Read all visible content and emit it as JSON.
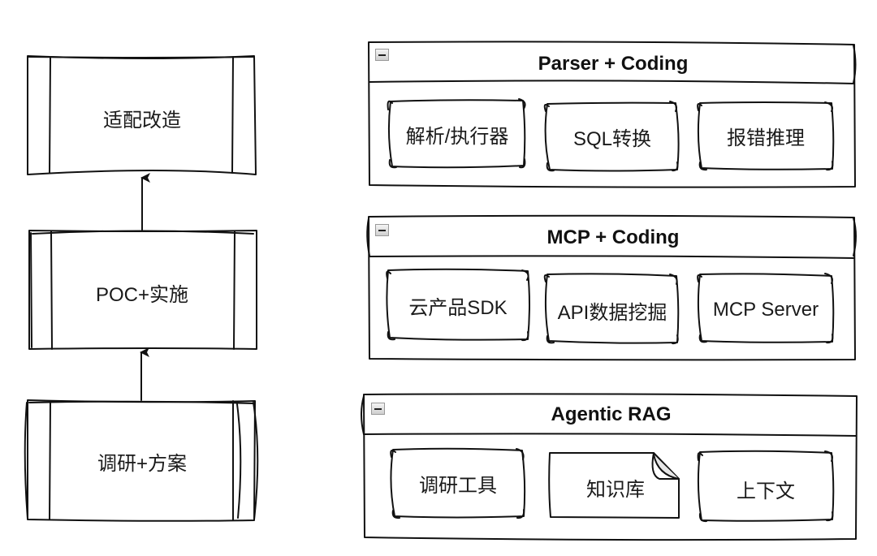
{
  "flow": {
    "steps": [
      {
        "label": "调研+方案"
      },
      {
        "label": "POC+实施"
      },
      {
        "label": "适配改造"
      }
    ]
  },
  "containers": [
    {
      "title": "Parser + Coding",
      "items": [
        {
          "label": "解析/执行器",
          "shape": "rounded"
        },
        {
          "label": "SQL转换",
          "shape": "rounded"
        },
        {
          "label": "报错推理",
          "shape": "rounded"
        }
      ]
    },
    {
      "title": "MCP + Coding",
      "items": [
        {
          "label": "云产品SDK",
          "shape": "rounded"
        },
        {
          "label": "API数据挖掘",
          "shape": "rounded"
        },
        {
          "label": "MCP Server",
          "shape": "rounded"
        }
      ]
    },
    {
      "title": "Agentic RAG",
      "items": [
        {
          "label": "调研工具",
          "shape": "rounded"
        },
        {
          "label": "知识库",
          "shape": "note"
        },
        {
          "label": "上下文",
          "shape": "rounded"
        }
      ]
    }
  ],
  "icons": {
    "collapse": "minus-icon"
  }
}
